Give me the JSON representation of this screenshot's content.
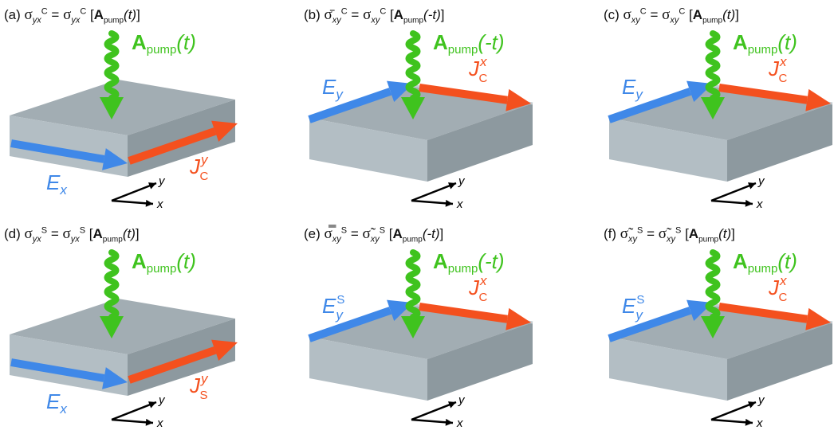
{
  "colors": {
    "slab_top": "#a2adb3",
    "slab_front": "#b3bec4",
    "slab_side": "#8d999f",
    "slab_edge": "#c4cdd1",
    "e_field": "#3f88e8",
    "current": "#f4501e",
    "pump": "#3fc31e",
    "axes": "#000000"
  },
  "panels": [
    {
      "id": "a",
      "caption": {
        "prefix": "(a) ",
        "lhs": "σ",
        "lhs_sub": "yx",
        "lhs_sup": "C",
        "eq": " = ",
        "rhs": "σ",
        "rhs_sub": "yx",
        "rhs_sup": "C",
        "open": " [",
        "A": "A",
        "pump": "pump",
        "arg": "(t)",
        "close": "]"
      },
      "pump_label": {
        "A": "A",
        "sub": "pump",
        "arg": "(t)"
      },
      "e_label": {
        "main": "E",
        "sub": "x",
        "sup": ""
      },
      "j_label": {
        "main": "J",
        "sub": "C",
        "sup": "y"
      },
      "axes": {
        "x": "x",
        "y": "y"
      },
      "variant": "front"
    },
    {
      "id": "b",
      "caption": {
        "prefix": "(b) ",
        "lhs": "σ̄",
        "lhs_sub": "xy",
        "lhs_sup": "C",
        "eq": " = ",
        "rhs": "σ",
        "rhs_sub": "xy",
        "rhs_sup": "C",
        "open": " [",
        "A": "A",
        "pump": "pump",
        "arg": "(-t)",
        "close": "]"
      },
      "pump_label": {
        "A": "A",
        "sub": "pump",
        "arg": "(-t)"
      },
      "e_label": {
        "main": "E",
        "sub": "y",
        "sup": ""
      },
      "j_label": {
        "main": "J",
        "sub": "C",
        "sup": "x"
      },
      "axes": {
        "x": "x",
        "y": "y"
      },
      "variant": "top"
    },
    {
      "id": "c",
      "caption": {
        "prefix": "(c) ",
        "lhs": "σ",
        "lhs_sub": "xy",
        "lhs_sup": "C",
        "eq": " = ",
        "rhs": "σ",
        "rhs_sub": "xy",
        "rhs_sup": "C",
        "open": " [",
        "A": "A",
        "pump": "pump",
        "arg": "(t)",
        "close": "]"
      },
      "pump_label": {
        "A": "A",
        "sub": "pump",
        "arg": "(t)"
      },
      "e_label": {
        "main": "E",
        "sub": "y",
        "sup": ""
      },
      "j_label": {
        "main": "J",
        "sub": "C",
        "sup": "x"
      },
      "axes": {
        "x": "x",
        "y": "y"
      },
      "variant": "top"
    },
    {
      "id": "d",
      "caption": {
        "prefix": "(d) ",
        "lhs": "σ",
        "lhs_sub": "yx",
        "lhs_sup": "S",
        "eq": " = ",
        "rhs": "σ",
        "rhs_sub": "yx",
        "rhs_sup": "S",
        "open": " [",
        "A": "A",
        "pump": "pump",
        "arg": "(t)",
        "close": "]"
      },
      "pump_label": {
        "A": "A",
        "sub": "pump",
        "arg": "(t)"
      },
      "e_label": {
        "main": "E",
        "sub": "x",
        "sup": ""
      },
      "j_label": {
        "main": "J",
        "sub": "S",
        "sup": "y"
      },
      "axes": {
        "x": "x",
        "y": "y"
      },
      "variant": "front"
    },
    {
      "id": "e",
      "caption": {
        "prefix": "(e) ",
        "lhs": "σ̿",
        "lhs_sub": "xy",
        "lhs_sup": "S",
        "eq": " = ",
        "rhs": "σ̃",
        "rhs_sub": "xy",
        "rhs_sup": "S",
        "open": " [",
        "A": "A",
        "pump": "pump",
        "arg": "(-t)",
        "close": "]"
      },
      "pump_label": {
        "A": "A",
        "sub": "pump",
        "arg": "(-t)"
      },
      "e_label": {
        "main": "E",
        "sub": "y",
        "sup": "S"
      },
      "j_label": {
        "main": "J",
        "sub": "C",
        "sup": "x"
      },
      "axes": {
        "x": "x",
        "y": "y"
      },
      "variant": "top"
    },
    {
      "id": "f",
      "caption": {
        "prefix": "(f) ",
        "lhs": "σ̃",
        "lhs_sub": "xy",
        "lhs_sup": "S",
        "eq": " = ",
        "rhs": "σ̃",
        "rhs_sub": "xy",
        "rhs_sup": "S",
        "open": " [",
        "A": "A",
        "pump": "pump",
        "arg": "(t)",
        "close": "]"
      },
      "pump_label": {
        "A": "A",
        "sub": "pump",
        "arg": "(t)"
      },
      "e_label": {
        "main": "E",
        "sub": "y",
        "sup": "S"
      },
      "j_label": {
        "main": "J",
        "sub": "C",
        "sup": "x"
      },
      "axes": {
        "x": "x",
        "y": "y"
      },
      "variant": "top"
    }
  ]
}
